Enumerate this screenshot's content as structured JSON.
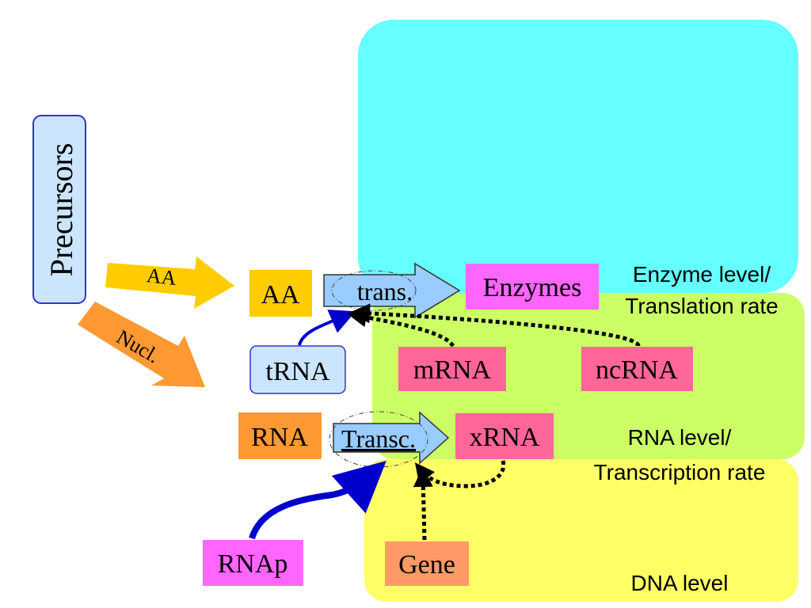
{
  "levels": {
    "enzyme": {
      "line1": "Enzyme level/",
      "line2": "Translation rate"
    },
    "rna": {
      "line1": "RNA level/",
      "line2": "Transcription rate"
    },
    "dna": {
      "line1": "DNA level"
    }
  },
  "nodes": {
    "precursors": "Precursors",
    "aa": "AA",
    "trans": "trans.",
    "enzymes": "Enzymes",
    "trna": "tRNA",
    "mrna": "mRNA",
    "ncrna": "ncRNA",
    "rna": "RNA",
    "transc": "Transc.",
    "xrna": "xRNA",
    "rnap": "RNAp",
    "gene": "Gene"
  },
  "arrows": {
    "aa_flow": "AA",
    "nucl_flow": "Nucl."
  },
  "colors": {
    "enzyme_level": "#66ffff",
    "rna_level": "#ccff66",
    "dna_level": "#ffff66",
    "aa_box": "#ffcc00",
    "nucl_box": "#ff9933",
    "magenta_box": "#ff66ff",
    "rna_species_box": "#ff6699",
    "gene_box": "#ff9966",
    "light_blue": "#cce5ff",
    "process_arrow": "#99ccff",
    "regulation_arrow": "#0000cc"
  }
}
